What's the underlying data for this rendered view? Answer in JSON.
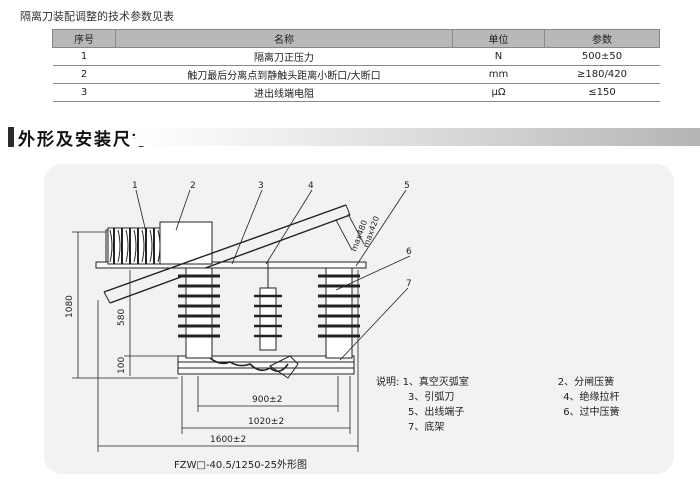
{
  "caption": "隔离刀装配调整的技术参数见表",
  "table": {
    "headers": [
      "序号",
      "名称",
      "单位",
      "参数"
    ],
    "rows": [
      [
        "1",
        "隔离刀正压力",
        "N",
        "500±50"
      ],
      [
        "2",
        "触刀最后分离点到静触头距离小断口/大断口",
        "mm",
        "≥180/420"
      ],
      [
        "3",
        "进出线端电阻",
        "μΩ",
        "≤150"
      ]
    ]
  },
  "section_title": "外形及安装尺寸",
  "drawing": {
    "callouts": [
      "1",
      "2",
      "3",
      "4",
      "5",
      "6",
      "7"
    ],
    "dims": {
      "d1080": "1080",
      "d580": "580",
      "d100": "100",
      "d900": "900±2",
      "d1020": "1020±2",
      "d1600": "1600±2",
      "dmax420": "max420",
      "dmax480": "max480"
    }
  },
  "legend": {
    "prefix": "说明:",
    "items": [
      "1、真空灭弧室",
      "2、分闸压簧",
      "3、引弧刀",
      "4、绝缘拉杆",
      "5、出线端子",
      "6、过中压簧",
      "7、底架"
    ]
  },
  "figure_caption": "FZW□-40.5/1250-25外形图"
}
